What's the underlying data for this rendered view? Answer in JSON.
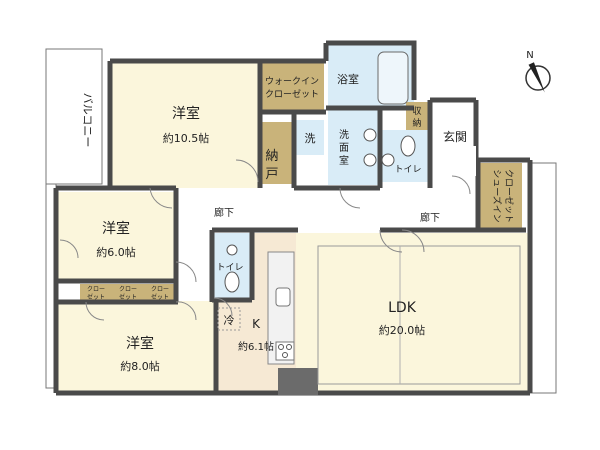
{
  "rooms": {
    "bedroom1": {
      "name": "洋室",
      "area": "約10.5帖"
    },
    "bedroom2": {
      "name": "洋室",
      "area": "約6.0帖"
    },
    "bedroom3": {
      "name": "洋室",
      "area": "約8.0帖"
    },
    "ldk": {
      "name": "LDK",
      "area": "約20.0帖"
    },
    "kitchen": {
      "name": "K",
      "area": "約6.1帖"
    },
    "bath": {
      "name": "浴室"
    },
    "washroom": {
      "name": "洗面室"
    },
    "entrance": {
      "name": "玄関"
    },
    "walkin_closet": {
      "line1": "ウォークイン",
      "line2": "クローゼット"
    },
    "shoes_closet": {
      "line1": "シューズイン",
      "line2": "クローゼット"
    },
    "storage": {
      "char1": "納",
      "char2": "戸"
    },
    "storage_small": {
      "char1": "収",
      "char2": "納"
    },
    "balcony": {
      "text": "バルコニー"
    },
    "hall_upper": {
      "name": "廊下"
    },
    "hall_right": {
      "name": "廊下"
    },
    "toilet_upper": {
      "name": "トイレ"
    },
    "toilet_lower": {
      "name": "トイレ"
    },
    "washer": {
      "name": "洗"
    },
    "fridge": {
      "name": "冷"
    },
    "closets": [
      {
        "line1": "クロー",
        "line2": "ゼット"
      },
      {
        "line1": "クロー",
        "line2": "ゼット"
      },
      {
        "line1": "クロー",
        "line2": "ゼット"
      }
    ]
  },
  "compass": {
    "label": "N"
  },
  "colors": {
    "wall": "#4a4a4a",
    "room_fill": "#fbf6dc",
    "wet_fill": "#d9ecf7",
    "closet_fill": "#c9b37a",
    "kitchen_fill": "#f6e9d4",
    "ldk_outline": "#9a9a9a"
  }
}
